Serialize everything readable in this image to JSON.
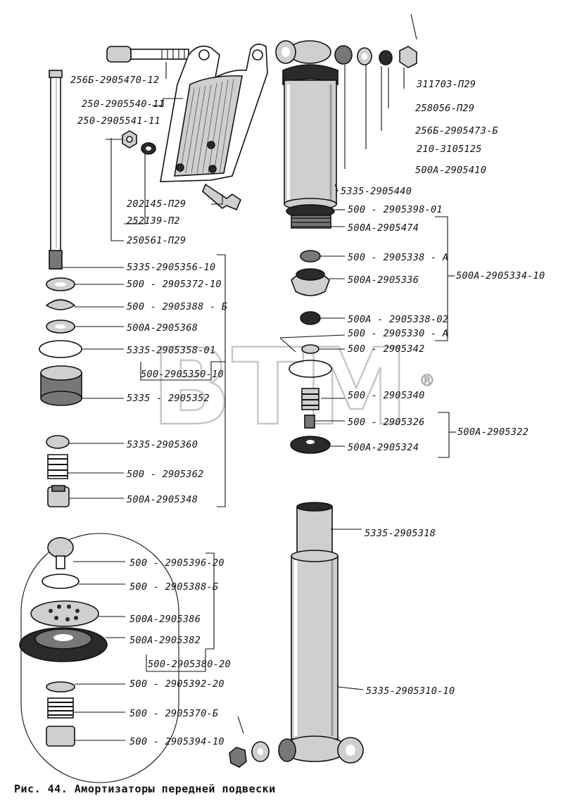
{
  "caption": "Рис. 44. Амортизаторы передней подвески",
  "watermark": {
    "text": "BTM",
    "reg": "®"
  },
  "labels": {
    "l01": "256Б-2905470-12",
    "l02": "250-2905540-11",
    "l03": "250-2905541-11",
    "l04": "202145-П29",
    "l05": "252139-П2",
    "l06": "250561-П29",
    "l07": "311703-П29",
    "l08": "258056-П29",
    "l09": "256Б-2905473-Б",
    "l10": "210-3105125",
    "l11": "500А-2905410",
    "l12": "5335-2905440",
    "l13": "500 - 2905398-01",
    "l14": "500А-2905474",
    "l15": "500 - 2905338 - А",
    "l16": "500А-2905336",
    "l17": "500А-2905334-10",
    "l18": "500А - 2905338-02",
    "l19": "500 - 2905330 - А",
    "l20": "500 - 2905342",
    "l21": "500 - 2905340",
    "l22": "500 - 2905326",
    "l23": "500А-2905324",
    "l24": "500А-2905322",
    "l25": "5335-2905356-10",
    "l26": "500 - 2905372-10",
    "l27": "500 - 2905388 - Б",
    "l28": "500А-2905368",
    "l29": "5335-2905358-01",
    "l30": "500-2905350-10",
    "l31": "5335 - 2905352",
    "l32": "5335-2905360",
    "l33": "500 - 2905362",
    "l34": "500А-2905348",
    "l35": "5335-2905318",
    "l36": "500 - 2905396-20",
    "l37": "500 - 2905388-Б",
    "l38": "500А-2905386",
    "l39": "500А-2905382",
    "l40": "500-2905380-20",
    "l41": "500 - 2905392-20",
    "l42": "500 - 2905370-Б",
    "l43": "500 - 2905394-10",
    "l44": "5335-2905310-10"
  }
}
